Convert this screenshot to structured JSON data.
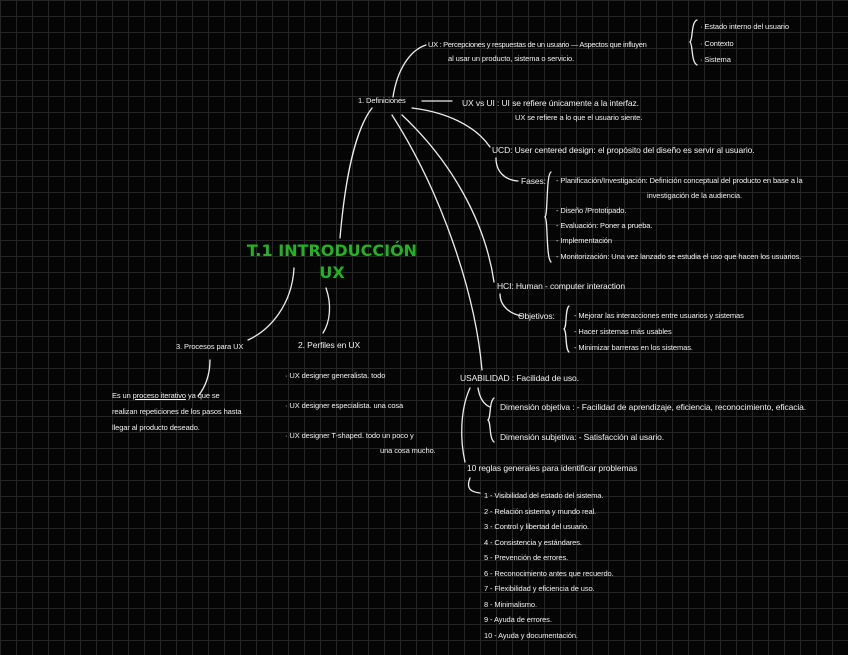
{
  "title": {
    "line1": "T.1 INTRODUCCIÓN",
    "line2": "UX",
    "color": "#1fb51f"
  },
  "definiciones": {
    "label": "1. Definiciones",
    "ux": {
      "line1": "UX : Percepciones y respuestas de un usuario  —  Aspectos que influyen",
      "line2": "al usar un producto, sistema o servicio.",
      "aspectos": [
        "· Estado interno del usuario",
        "· Contexto",
        "· Sistema"
      ]
    },
    "uxvsui": {
      "line1": "UX vs UI : UI se refiere únicamente a la interfaz.",
      "line2": "UX se refiere a lo que el usuario siente."
    },
    "ucd": {
      "label": "UCD: User centered design: el propósito del diseño es servir al usuario.",
      "fases_label": "Fases:",
      "fases": [
        "- Planificación/Investigación: Definición conceptual del producto en base a la",
        "investigación de la audiencia.",
        "- Diseño /Prototipado.",
        "- Evaluación: Poner a prueba.",
        "- Implementación",
        "- Monitorización: Una vez lanzado se estudia el uso que hacen los usuarios."
      ]
    },
    "hci": {
      "label": "HCI: Human - computer interaction",
      "objetivos_label": "Objetivos:",
      "objetivos": [
        "- Mejorar las interacciones entre usuarios y sistemas",
        "- Hacer sistemas más usables",
        "- Minimizar barreras en los sistemas."
      ]
    },
    "usabilidad": {
      "label": "USABILIDAD : Facilidad de uso.",
      "objetiva": "Dimensión objetiva : - Facilidad de aprendizaje, eficiencia, reconocimiento, eficacia.",
      "subjetiva": "Dimensión subjetiva: - Satisfacción al usario.",
      "reglas_label": "10 reglas generales para identificar problemas",
      "reglas": [
        "1 - Visibilidad del estado del sistema.",
        "2 - Relación sistema y mundo real.",
        "3 - Control y libertad del usuario.",
        "4 - Consistencia y estándares.",
        "5 - Prevención de errores.",
        "6 - Reconocimiento antes que recuerdo.",
        "7 - Flexibilidad y eficiencia de uso.",
        "8 - Minimalismo.",
        "9 - Ayuda de errores.",
        "10 - Ayuda y documentación."
      ]
    }
  },
  "perfiles": {
    "label": "2. Perfiles en UX",
    "items": [
      "· UX designer generalista. todo",
      "· UX designer especialista. una cosa",
      "· UX designer T-shaped. todo un poco y",
      "una cosa mucho."
    ]
  },
  "procesos": {
    "label": "3. Procesos para UX",
    "desc_pre": "Es un",
    "desc_underlined": "proceso iterativo",
    "desc_post": "ya que se",
    "line2": "realizan repeticiones de los pasos hasta",
    "line3": "llegar al producto deseado."
  }
}
